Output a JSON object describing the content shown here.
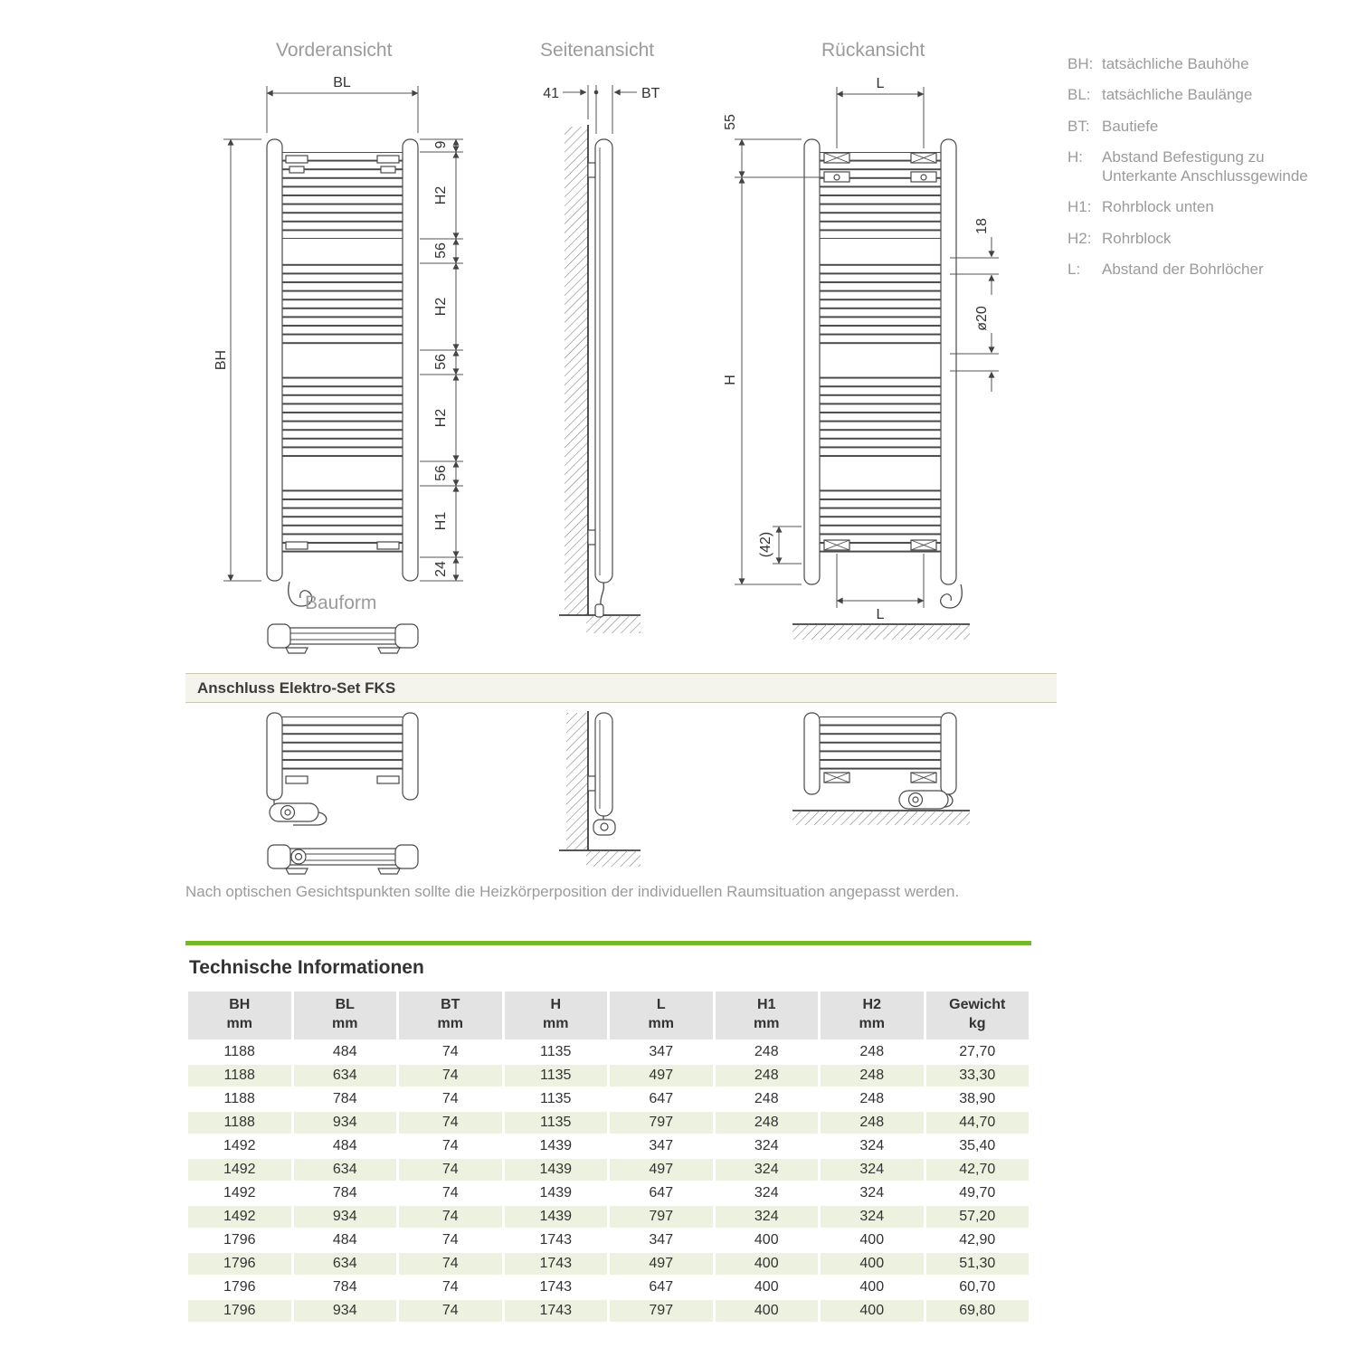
{
  "views": {
    "front_title": "Vorderansicht",
    "side_title": "Seitenansicht",
    "rear_title": "Rückansicht",
    "bauform_label": "Bauform"
  },
  "legend": [
    {
      "key": "BH:",
      "text": "tatsächliche Bauhöhe"
    },
    {
      "key": "BL:",
      "text": "tatsächliche Baulänge"
    },
    {
      "key": "BT:",
      "text": "Bautiefe"
    },
    {
      "key": "H:",
      "text": "Abstand Befestigung zu Unterkante Anschlussgewinde"
    },
    {
      "key": "H1:",
      "text": "Rohrblock unten"
    },
    {
      "key": "H2:",
      "text": "Rohrblock"
    },
    {
      "key": "L:",
      "text": "Abstand der Bohrlöcher"
    }
  ],
  "dims": {
    "front": {
      "bl": "BL",
      "bh": "BH",
      "chain": [
        "9",
        "H2",
        "56",
        "H2",
        "56",
        "H2",
        "56",
        "H1",
        "24"
      ]
    },
    "side": {
      "d41": "41",
      "bt": "BT"
    },
    "rear": {
      "l_top": "L",
      "d55": "55",
      "h": "H",
      "d18": "18",
      "dia20": "ø20",
      "d42": "(42)",
      "l_bottom": "L"
    }
  },
  "electro": {
    "header": "Anschluss Elektro-Set FKS",
    "note": "Nach optischen Gesichtspunkten sollte die Heizkörperposition der individuellen Raumsituation angepasst werden."
  },
  "table": {
    "title": "Technische Informationen",
    "columns": [
      {
        "label": "BH",
        "unit": "mm"
      },
      {
        "label": "BL",
        "unit": "mm"
      },
      {
        "label": "BT",
        "unit": "mm"
      },
      {
        "label": "H",
        "unit": "mm"
      },
      {
        "label": "L",
        "unit": "mm"
      },
      {
        "label": "H1",
        "unit": "mm"
      },
      {
        "label": "H2",
        "unit": "mm"
      },
      {
        "label": "Gewicht",
        "unit": "kg"
      }
    ],
    "rows": [
      [
        "1188",
        "484",
        "74",
        "1135",
        "347",
        "248",
        "248",
        "27,70"
      ],
      [
        "1188",
        "634",
        "74",
        "1135",
        "497",
        "248",
        "248",
        "33,30"
      ],
      [
        "1188",
        "784",
        "74",
        "1135",
        "647",
        "248",
        "248",
        "38,90"
      ],
      [
        "1188",
        "934",
        "74",
        "1135",
        "797",
        "248",
        "248",
        "44,70"
      ],
      [
        "1492",
        "484",
        "74",
        "1439",
        "347",
        "324",
        "324",
        "35,40"
      ],
      [
        "1492",
        "634",
        "74",
        "1439",
        "497",
        "324",
        "324",
        "42,70"
      ],
      [
        "1492",
        "784",
        "74",
        "1439",
        "647",
        "324",
        "324",
        "49,70"
      ],
      [
        "1492",
        "934",
        "74",
        "1439",
        "797",
        "324",
        "324",
        "57,20"
      ],
      [
        "1796",
        "484",
        "74",
        "1743",
        "347",
        "400",
        "400",
        "42,90"
      ],
      [
        "1796",
        "634",
        "74",
        "1743",
        "497",
        "400",
        "400",
        "51,30"
      ],
      [
        "1796",
        "784",
        "74",
        "1743",
        "647",
        "400",
        "400",
        "60,70"
      ],
      [
        "1796",
        "934",
        "74",
        "1743",
        "797",
        "400",
        "400",
        "69,80"
      ]
    ]
  },
  "colors": {
    "accent_green": "#76b82a",
    "row_alt": "#ecf2df",
    "header_bg": "#e3e3e3"
  }
}
